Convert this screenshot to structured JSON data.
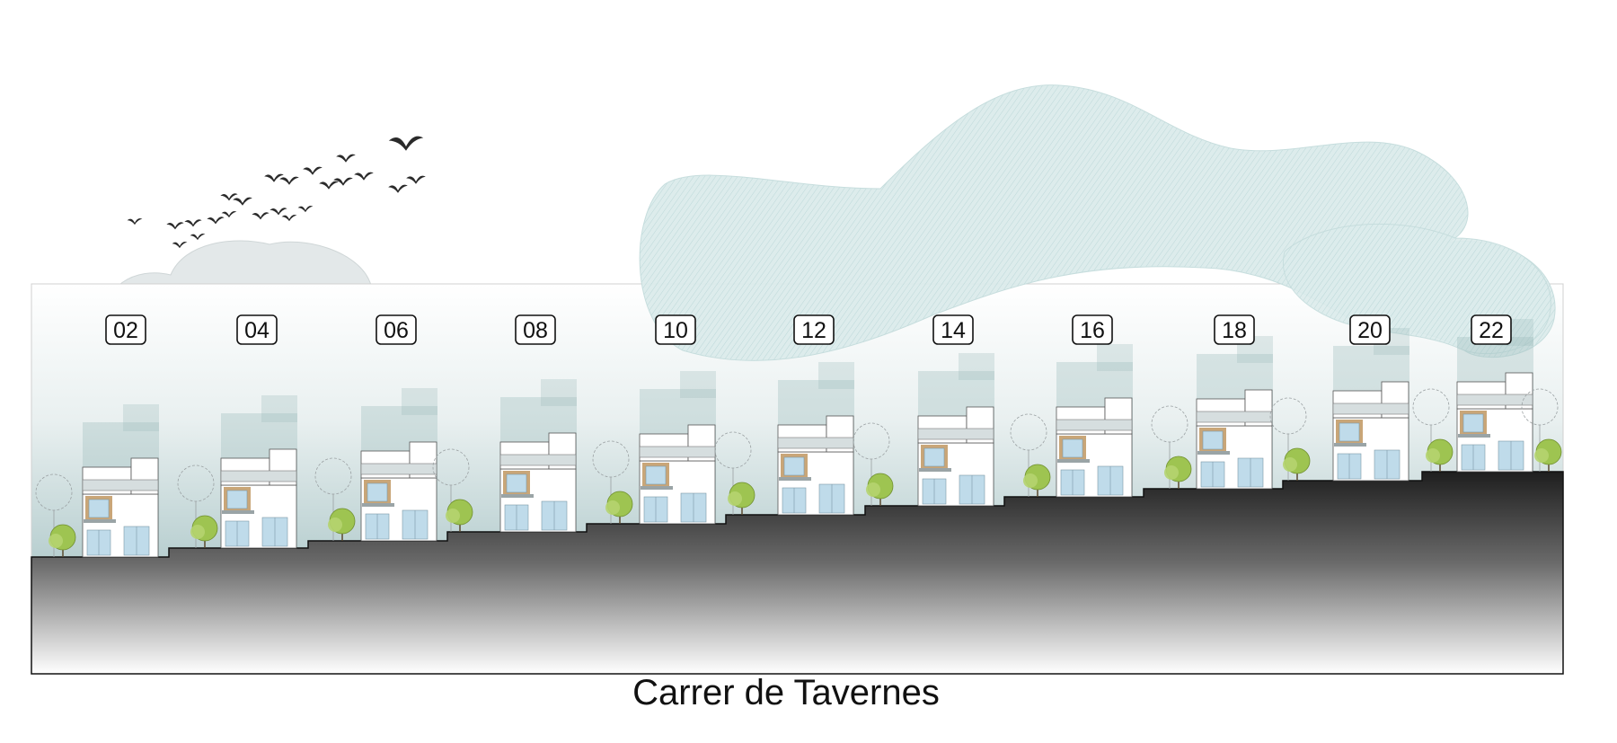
{
  "drawing": {
    "street_name": "Carrer de Tavernes",
    "lot_numbers": [
      "02",
      "04",
      "06",
      "08",
      "10",
      "12",
      "14",
      "16",
      "18",
      "20",
      "22"
    ]
  },
  "colors": {
    "sky_haze": "#8fb3b5",
    "cloud_fill": "#d6e9ea",
    "cloud_small": "#e2e8e9",
    "ground_dark": "#2a2a2a",
    "facade": "#ffffff",
    "window": "#bfdbea",
    "timber_frame": "#c9a678",
    "tree_foliage": "#9ec451",
    "bird": "#2a2a2a",
    "label_border": "#111111"
  },
  "icons": {
    "birds": "bird-flock-icon",
    "tree": "tree-icon",
    "cloud": "cloud-icon"
  }
}
